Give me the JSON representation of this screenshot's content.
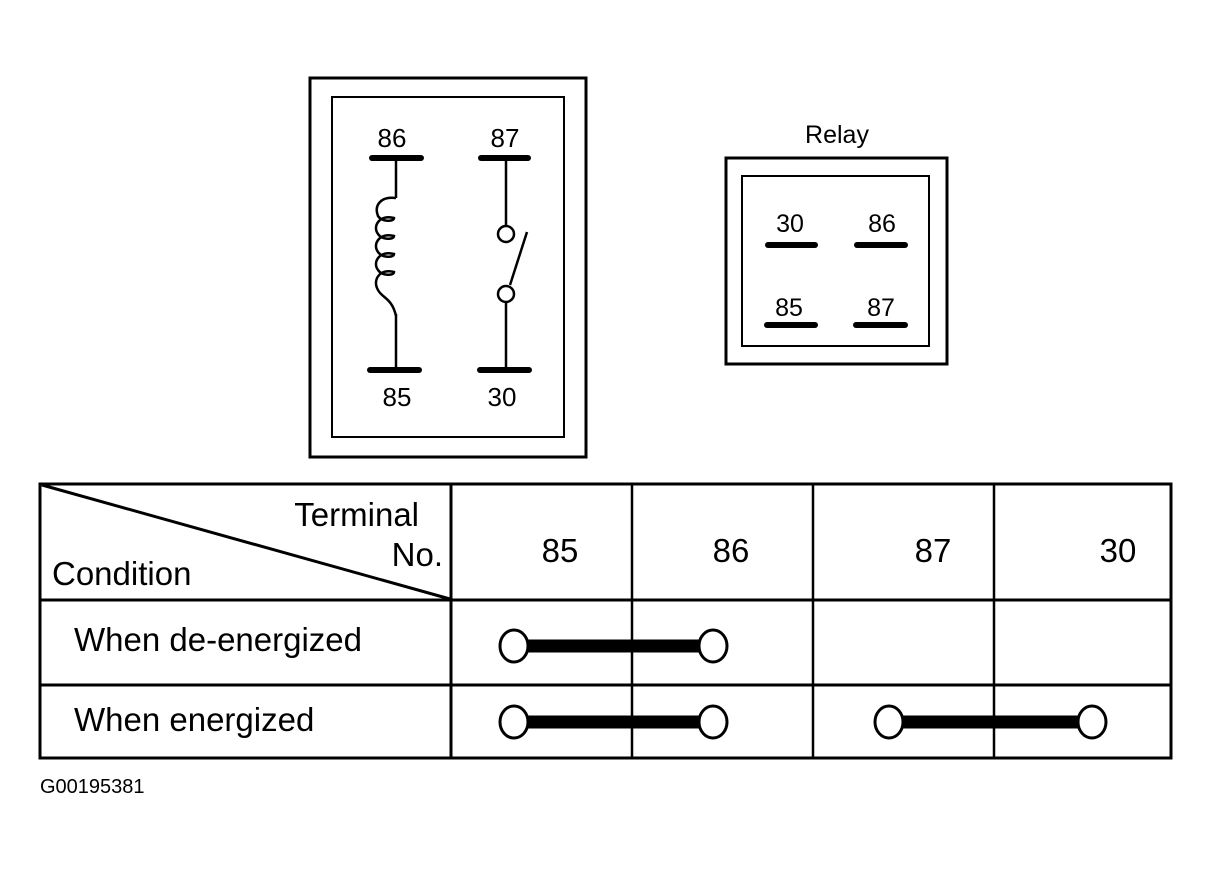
{
  "schematic": {
    "top_left_label": "86",
    "top_right_label": "87",
    "bottom_left_label": "85",
    "bottom_right_label": "30"
  },
  "relay_connector": {
    "title": "Relay",
    "terminals": [
      "30",
      "86",
      "85",
      "87"
    ]
  },
  "table": {
    "header_top": "Terminal",
    "header_no": "No.",
    "header_condition": "Condition",
    "terminal_columns": [
      "85",
      "86",
      "87",
      "30"
    ],
    "rows": [
      {
        "condition": "When de-energized",
        "continuity": [
          [
            "85",
            "86"
          ]
        ]
      },
      {
        "condition": "When energized",
        "continuity": [
          [
            "85",
            "86"
          ],
          [
            "87",
            "30"
          ]
        ]
      }
    ]
  },
  "figure_id": "G00195381"
}
